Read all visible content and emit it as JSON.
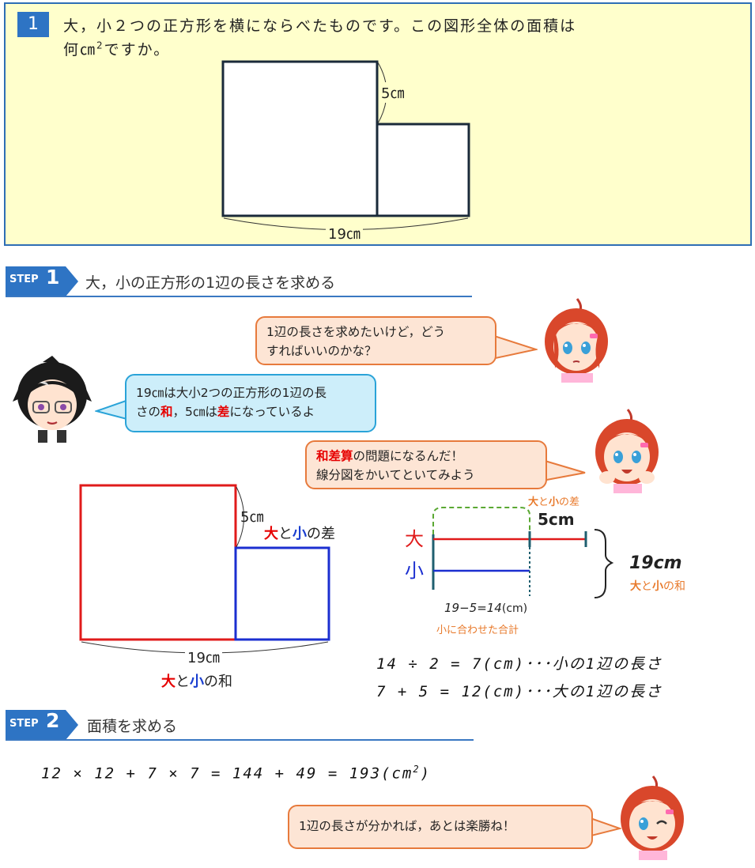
{
  "problem": {
    "number": "1",
    "line1": "大，小２つの正方形を横にならべたものです。この図形全体の面積は",
    "line2_pre": "何㎝",
    "line2_sup": "2",
    "line2_post": "ですか。",
    "diff_label": "5㎝",
    "sum_label": "19㎝"
  },
  "step1": {
    "badge": "STEP",
    "num": "1",
    "title": "大，小の正方形の1辺の長さを求める"
  },
  "bubble1": {
    "line1": "1辺の長さを求めたいけど，どう",
    "line2": "すればいいのかな？"
  },
  "bubble2": {
    "line1": "19㎝は大小2つの正方形の1辺の長",
    "line2_a": "さの",
    "line2_b": "和",
    "line2_c": "，5㎝は",
    "line2_d": "差",
    "line2_e": "になっているよ"
  },
  "bubble3": {
    "line1_a": "和差算",
    "line1_b": "の問題になるんだ！",
    "line2": "線分図をかいてといてみよう"
  },
  "fig2": {
    "diff_label": "5㎝",
    "diff_note_a": "大",
    "diff_note_b": "と",
    "diff_note_c": "小",
    "diff_note_d": "の差",
    "sum_label": "19㎝",
    "sum_note_a": "大",
    "sum_note_b": "と",
    "sum_note_c": "小",
    "sum_note_d": "の和"
  },
  "segment": {
    "top_note_a": "大",
    "top_note_b": "と",
    "top_note_c": "小",
    "top_note_d": "の差",
    "diff_value": "5cm",
    "label_big": "大",
    "label_small": "小",
    "sum_value": "19cm",
    "sum_note_a": "大",
    "sum_note_b": "と",
    "sum_note_c": "小",
    "sum_note_d": "の和",
    "calc": "19−5=14",
    "calc_unit": "(cm)",
    "calc_note": "小に合わせた合計"
  },
  "equations": {
    "eq1": "14 ÷ 2 = 7(cm)･･･小の1辺の長さ",
    "eq2": "7 + 5 = 12(cm)･･･大の1辺の長さ"
  },
  "step2": {
    "badge": "STEP",
    "num": "2",
    "title": "面積を求める",
    "equation": "12 × 12 + 7 × 7 = 144 + 49 = 193(cm",
    "equation_sup": "2",
    "equation_end": ")"
  },
  "bubble4": {
    "text": "1辺の長さが分かれば，あとは楽勝ね！"
  },
  "colors": {
    "accent_blue": "#2e74c4",
    "red": "#e60000",
    "blue": "#1a3fd0",
    "orange": "#e87a2c"
  },
  "icons": [
    "girl-thinking-icon",
    "boy-glasses-icon",
    "girl-cheerful-icon",
    "girl-wink-icon"
  ]
}
